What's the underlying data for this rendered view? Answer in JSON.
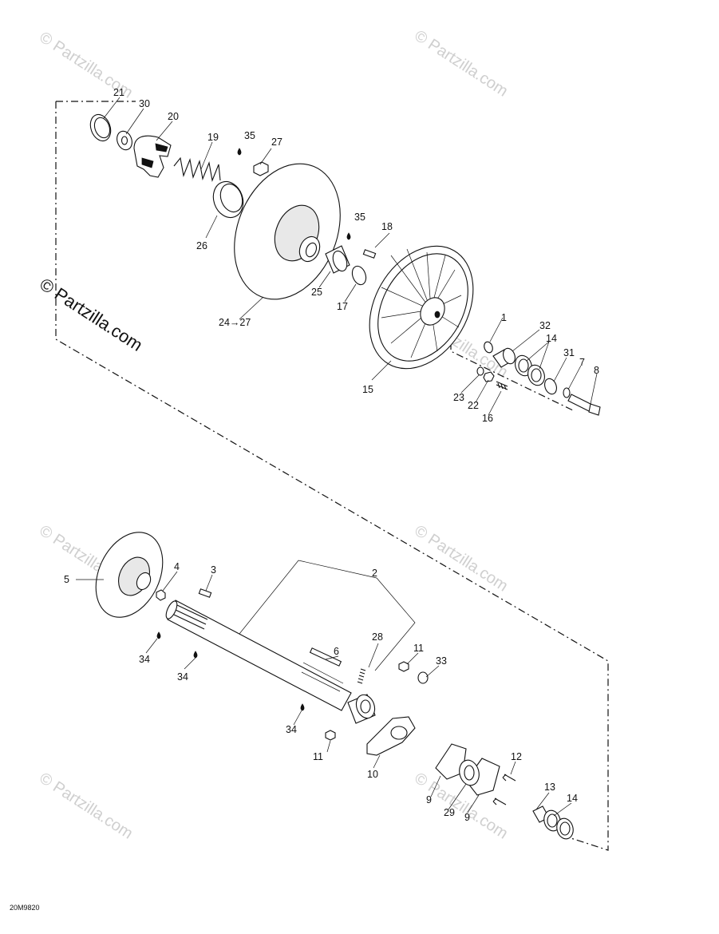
{
  "watermark_text": "© Partzilla.com",
  "diagram_code": "20M9820",
  "callouts": {
    "c21": "21",
    "c30": "30",
    "c20": "20",
    "c19": "19",
    "c35a": "35",
    "c27": "27",
    "c26": "26",
    "c35b": "35",
    "c18": "18",
    "c25": "25",
    "c17": "17",
    "c2427": "24→27",
    "c1": "1",
    "c32": "32",
    "c14a": "14",
    "c31": "31",
    "c7": "7",
    "c8": "8",
    "c23": "23",
    "c22": "22",
    "c16": "16",
    "c15": "15",
    "c5": "5",
    "c4": "4",
    "c3": "3",
    "c2": "2",
    "c34a": "34",
    "c34b": "34",
    "c6": "6",
    "c28": "28",
    "c11a": "11",
    "c33": "33",
    "c34c": "34",
    "c11b": "11",
    "c10": "10",
    "c12": "12",
    "c9a": "9",
    "c29": "29",
    "c9b": "9",
    "c13": "13",
    "c14b": "14"
  }
}
